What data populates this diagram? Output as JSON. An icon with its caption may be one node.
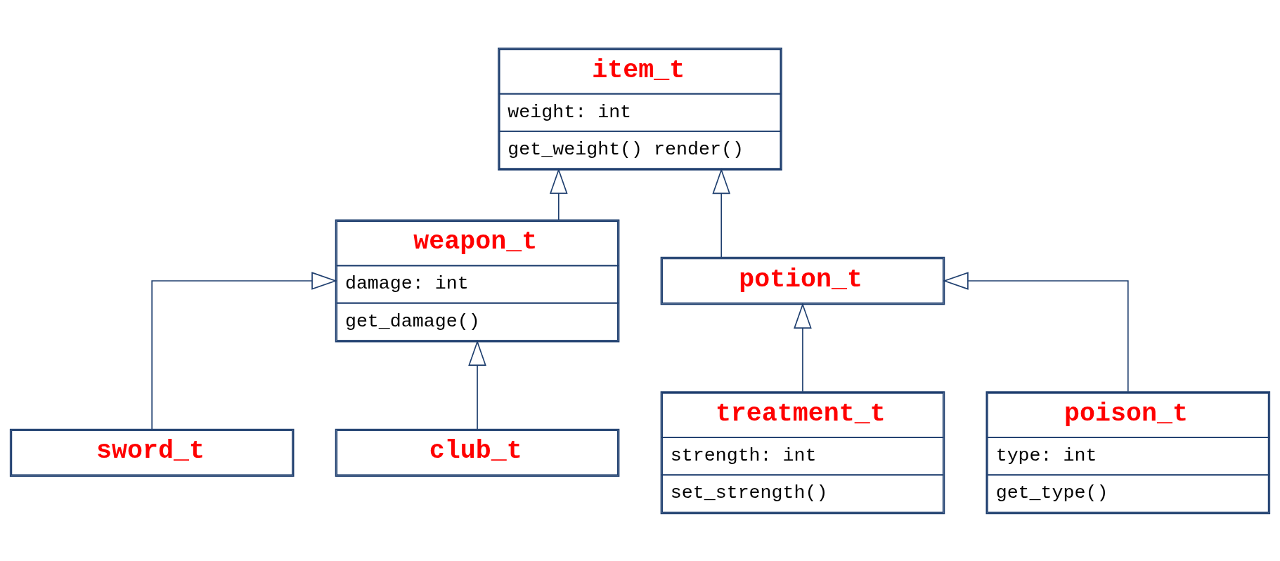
{
  "diagram": {
    "nodes": [
      {
        "text": [
          "item_t",
          "weight: int",
          "get_weight() render()"
        ]
      },
      {
        "text": [
          "weapon_t",
          "damage: int",
          "get_damage()"
        ]
      },
      {
        "text": [
          "potion_t"
        ]
      },
      {
        "text": [
          "sword_t"
        ]
      },
      {
        "text": [
          "club_t"
        ]
      },
      {
        "text": [
          "treatment_t",
          "strength: int",
          "set_strength()"
        ]
      },
      {
        "text": [
          "poison_t",
          "type: int",
          "get_type()"
        ]
      }
    ],
    "edges": [
      {
        "from": 1,
        "to": 0,
        "arrow": "to"
      },
      {
        "from": 2,
        "to": 0,
        "arrow": "to"
      },
      {
        "from": 3,
        "to": 1,
        "arrow": "to"
      },
      {
        "from": 4,
        "to": 1,
        "arrow": "to"
      },
      {
        "from": 5,
        "to": 2,
        "arrow": "to"
      },
      {
        "from": 6,
        "to": 2,
        "arrow": "to"
      }
    ]
  }
}
